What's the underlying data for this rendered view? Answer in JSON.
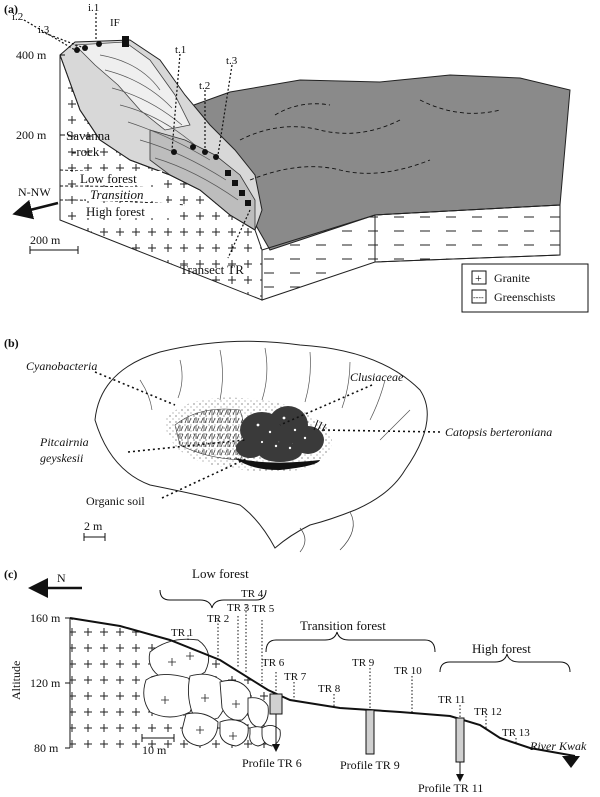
{
  "panel_a": {
    "letter": "(a)",
    "alt_400": "400 m",
    "alt_200": "200 m",
    "label_i1": "i.1",
    "label_i2": "i.2",
    "label_i3": "i.3",
    "label_if": "IF",
    "label_t1": "t.1",
    "label_t2": "t.2",
    "label_t3": "t.3",
    "savanna": "Savanna",
    "rock": "-rock",
    "low_forest": "Low forest",
    "transition": "Transition",
    "high_forest": "High forest",
    "direction": "N-NW",
    "scale": "200 m",
    "transect": "Transect TR",
    "legend_granite": "Granite",
    "legend_greenschists": "Greenschists",
    "legend_plus": "+",
    "legend_dash": "----"
  },
  "panel_b": {
    "letter": "(b)",
    "cyanobacteria": "Cyanobacteria",
    "clusiaceae": "Clusiaceae",
    "catopsis": "Catopsis berteroniana",
    "pitcairnia_1": "Pitcairnia",
    "pitcairnia_2": "geyskesii",
    "organic_soil": "Organic soil",
    "scale": "2 m"
  },
  "panel_c": {
    "letter": "(c)",
    "direction": "N",
    "alt_160": "160 m",
    "alt_120": "120 m",
    "alt_80": "80 m",
    "altitude_axis": "Altitude",
    "low_forest": "Low forest",
    "transition_forest": "Transition forest",
    "high_forest": "High forest",
    "tr1": "TR 1",
    "tr2": "TR 2",
    "tr3": "TR 3",
    "tr4": "TR 4",
    "tr5": "TR 5",
    "tr6": "TR 6",
    "tr7": "TR 7",
    "tr8": "TR 8",
    "tr9": "TR 9",
    "tr10": "TR 10",
    "tr11": "TR 11",
    "tr12": "TR 12",
    "tr13": "TR 13",
    "profile_6": "Profile TR 6",
    "profile_9": "Profile TR 9",
    "profile_11": "Profile TR 11",
    "river": "River Kwak",
    "scale": "10 m"
  }
}
